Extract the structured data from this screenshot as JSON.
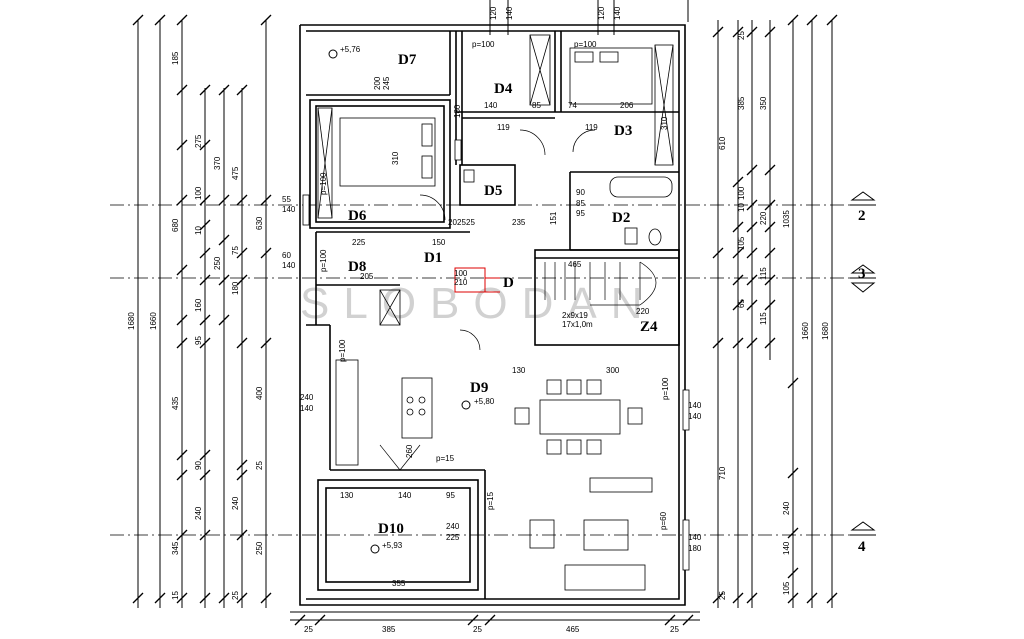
{
  "rooms": {
    "d7": "D7",
    "d4": "D4",
    "d3": "D3",
    "d6": "D6",
    "d5": "D5",
    "d2": "D2",
    "d8": "D8",
    "d1": "D1",
    "d": "D",
    "z4": "Z4",
    "d9": "D9",
    "d10": "D10"
  },
  "levels": {
    "d7": "+5,76",
    "d9": "+5,80",
    "d10": "+5,93"
  },
  "sections": {
    "s2": "2",
    "s3": "3",
    "s4": "4"
  },
  "watermark": "SLOBODAN",
  "labels": {
    "p100_d4": "p=100",
    "p100_d3": "p=100",
    "p100_d6": "p=100",
    "p100_d8": "p=100",
    "p100_d9": "p=100",
    "p100_kitchen": "p=100",
    "p15_a": "p=15",
    "p15_b": "p=15",
    "p60": "p=60",
    "stairs_note": "2x9x19",
    "stairs_note2": "17x1,0m"
  },
  "dims_top": {
    "t1": "120",
    "t2": "140",
    "t3": "120",
    "t4": "140"
  },
  "dims_bottom": {
    "b1": "25",
    "b2": "385",
    "b3": "25",
    "b4": "465",
    "b5": "25"
  },
  "dims_inner": {
    "i140": "140",
    "i85": "85",
    "i74": "74",
    "i206": "206",
    "i310": "310",
    "i119a": "119",
    "i119b": "119",
    "i310b": "310",
    "i85b": "85",
    "i90": "90",
    "i95": "95",
    "i20": "20",
    "i25a": "25",
    "i25b": "25",
    "i235": "235",
    "i151": "151",
    "i225": "225",
    "i150": "150",
    "i205": "205",
    "i100": "100",
    "i210": "210",
    "i465": "465",
    "i220": "220",
    "i130": "130",
    "i300": "300",
    "i240": "240",
    "i140b": "140",
    "i140c": "140",
    "i140d": "140",
    "i140e": "140",
    "i180": "180",
    "i130b": "130",
    "i140f": "140",
    "i95b": "95",
    "i240b": "240",
    "i225b": "225",
    "i355": "355",
    "i55": "55",
    "i140g": "140",
    "i60": "60",
    "i140h": "140",
    "i180b": "180",
    "i245": "245",
    "i260": "260",
    "i200": "200"
  },
  "dims_left": {
    "l1": "185",
    "l2": "275",
    "l3": "680",
    "l4": "100",
    "l5": "10",
    "l6": "160",
    "l7": "95",
    "l8": "435",
    "l9": "90",
    "l10": "240",
    "l11": "345",
    "l12": "15",
    "l13": "1680",
    "l14": "1660",
    "l15": "370",
    "l16": "475",
    "l17": "630",
    "l18": "250",
    "l19": "75",
    "l20": "180",
    "l21": "400",
    "l22": "25",
    "l23": "240",
    "l24": "25",
    "l25": "250"
  },
  "dims_right": {
    "r1": "25",
    "r2": "385",
    "r3": "350",
    "r4": "610",
    "r5": "1035",
    "r6": "220",
    "r7": "100",
    "r8": "10",
    "r9": "105",
    "r10": "115",
    "r11": "65",
    "r12": "115",
    "r13": "1660",
    "r14": "1680",
    "r15": "710",
    "r16": "240",
    "r17": "140",
    "r18": "105",
    "r19": "25"
  }
}
